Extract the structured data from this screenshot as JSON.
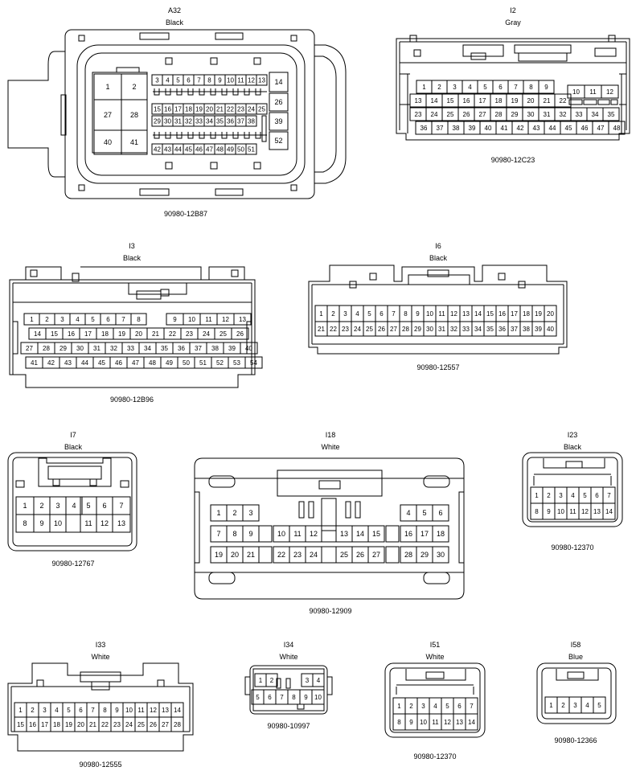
{
  "connectors": [
    {
      "id": "A32",
      "color": "Black",
      "part": "90980-12B87"
    },
    {
      "id": "I2",
      "color": "Gray",
      "part": "90980-12C23"
    },
    {
      "id": "I3",
      "color": "Black",
      "part": "90980-12B96"
    },
    {
      "id": "I6",
      "color": "Black",
      "part": "90980-12557"
    },
    {
      "id": "I7",
      "color": "Black",
      "part": "90980-12767"
    },
    {
      "id": "I18",
      "color": "White",
      "part": "90980-12909"
    },
    {
      "id": "I23",
      "color": "Black",
      "part": "90980-12370"
    },
    {
      "id": "I33",
      "color": "White",
      "part": "90980-12555"
    },
    {
      "id": "I34",
      "color": "White",
      "part": "90980-10997"
    },
    {
      "id": "I51",
      "color": "White",
      "part": "90980-12370"
    },
    {
      "id": "I58",
      "color": "Blue",
      "part": "90980-12366"
    }
  ]
}
